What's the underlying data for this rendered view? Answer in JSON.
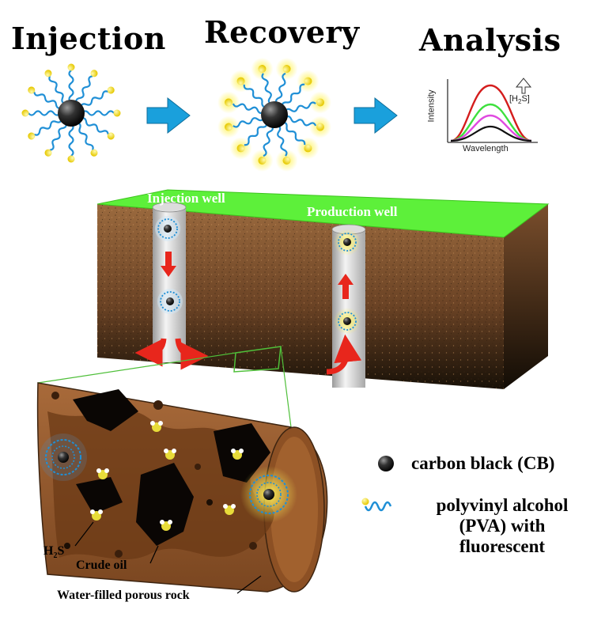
{
  "steps": {
    "injection": "Injection",
    "recovery": "Recovery",
    "analysis": "Analysis"
  },
  "spectrum_graph": {
    "y_axis_label": "Intensity",
    "x_axis_label": "Wavelength",
    "annotation_prefix": "[H",
    "annotation_sub": "2",
    "annotation_suffix": "S]",
    "curve_colors": [
      "#d41d1d",
      "#3ee03e",
      "#e04ae0",
      "#111111"
    ]
  },
  "reservoir": {
    "injection_well_label": "Injection well",
    "production_well_label": "Production well",
    "surface_color": "#5df03a",
    "soil_color": "#8a5a34"
  },
  "rock_section": {
    "h2s_label_main": "H",
    "h2s_label_sub": "2",
    "h2s_label_tail": "S",
    "crude_oil_label": "Crude oil",
    "porous_rock_label": "Water-filled porous rock"
  },
  "legend": {
    "carbon_black": "carbon black (CB)",
    "pva_line1": "polyvinyl alcohol",
    "pva_line2": "(PVA) with",
    "pva_line3": "fluorescent"
  },
  "colors": {
    "arrow_blue": "#1aa0dc",
    "flow_red": "#e8261c",
    "polymer_blue": "#1f8fd6",
    "dye_yellow": "#f4e21a",
    "glow_yellow": "#fff35a"
  }
}
